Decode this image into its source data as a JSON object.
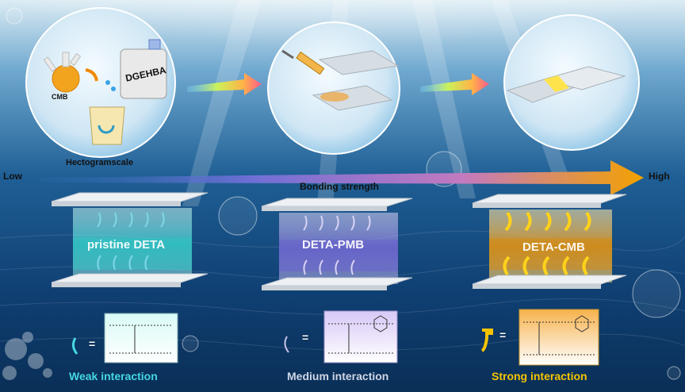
{
  "process": {
    "step1": {
      "reagent_label": "CMB",
      "bottle_label": "DGEHBA",
      "scale_label": "Hectogramscale"
    }
  },
  "strength_axis": {
    "low_label": "Low",
    "high_label": "High",
    "axis_title": "Bonding strength"
  },
  "panels": [
    {
      "label": "pristine DETA",
      "interaction": "Weak interaction",
      "equals": "="
    },
    {
      "label": "DETA-PMB",
      "interaction": "Medium interaction",
      "equals": "="
    },
    {
      "label": "DETA-CMB",
      "interaction": "Strong interaction",
      "equals": "="
    }
  ],
  "colors": {
    "weak": "#45d6e4",
    "medium": "#a98fe6",
    "strong": "#f5c400"
  }
}
